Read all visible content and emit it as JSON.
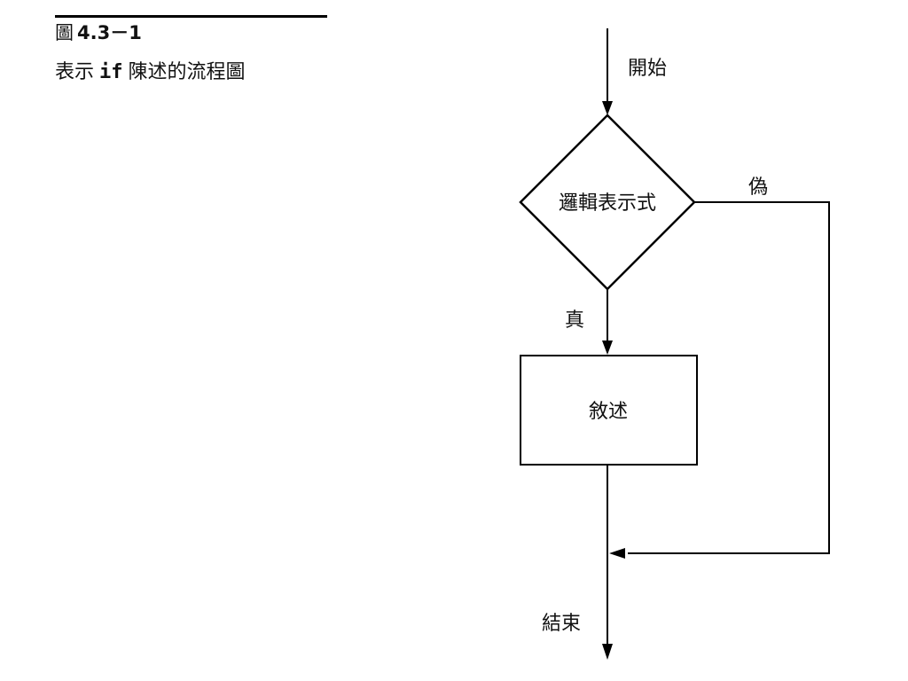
{
  "figure": {
    "prefix": "圖",
    "number": "4.3－1",
    "title_before_code": "表示",
    "title_code": "if",
    "title_after_code": "陳述的流程圖"
  },
  "flowchart": {
    "start_label": "開始",
    "condition_label": "邏輯表示式",
    "false_label": "偽",
    "true_label": "真",
    "statement_label": "敘述",
    "end_label": "結束"
  }
}
